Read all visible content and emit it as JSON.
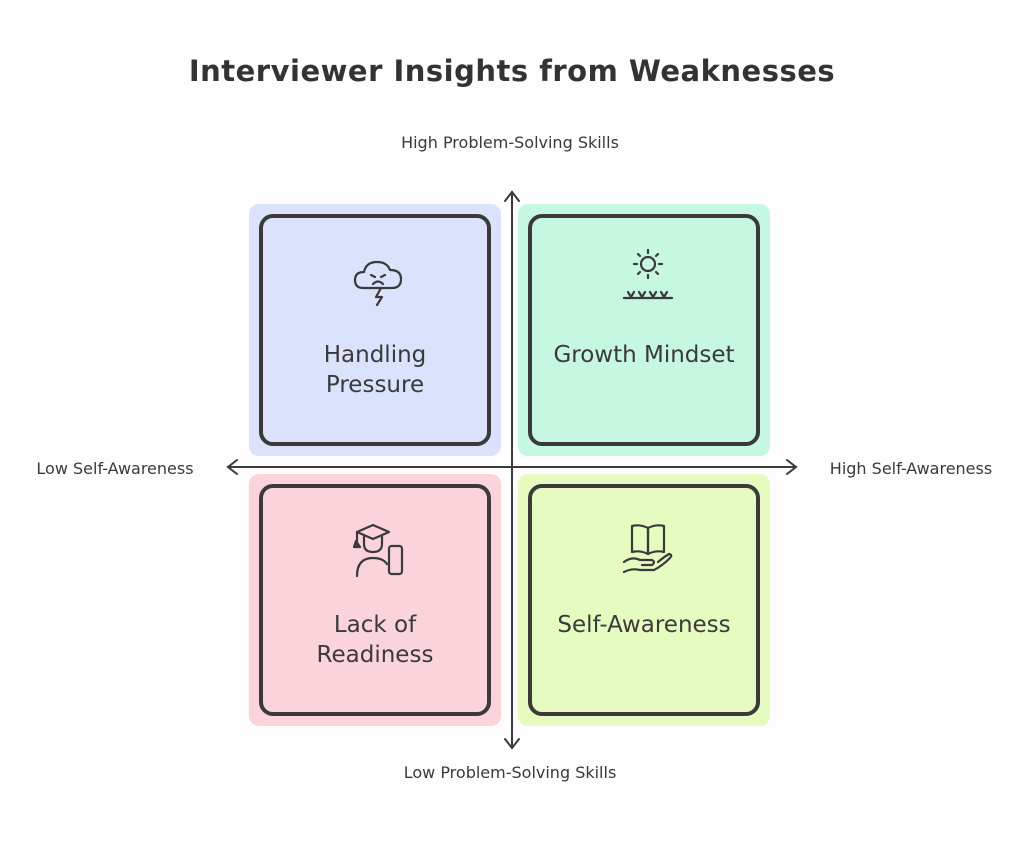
{
  "title": "Interviewer Insights from Weaknesses",
  "axes": {
    "y_top": "High Problem-Solving Skills",
    "y_bottom": "Low Problem-Solving Skills",
    "x_left": "Low Self-Awareness",
    "x_right": "High Self-Awareness"
  },
  "quadrants": {
    "top_left": {
      "label": "Handling Pressure",
      "icon": "storm-cloud-icon",
      "color": "#dbe2fb"
    },
    "top_right": {
      "label": "Growth Mindset",
      "icon": "sun-sprout-icon",
      "color": "#c6f7e0"
    },
    "bottom_left": {
      "label": "Lack of Readiness",
      "icon": "graduate-phone-icon",
      "color": "#fbd3da"
    },
    "bottom_right": {
      "label": "Self-Awareness",
      "icon": "book-hand-icon",
      "color": "#e6fbc0"
    }
  }
}
